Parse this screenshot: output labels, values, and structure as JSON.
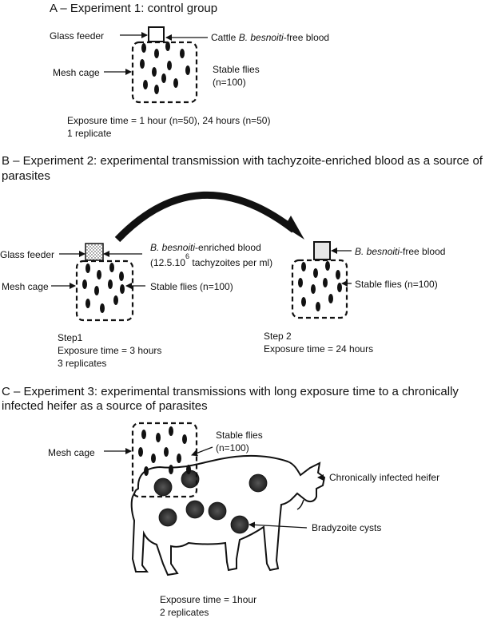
{
  "panel_a": {
    "heading": "A – Experiment 1: control group",
    "glass_feeder": "Glass feeder",
    "blood_prefix": "Cattle ",
    "blood_italic": "B. besnoiti",
    "blood_suffix": "-free blood",
    "mesh_cage": "Mesh cage",
    "stable_flies": "Stable flies",
    "n": "(n=100)",
    "exposure": "Exposure time = 1 hour (n=50), 24 hours (n=50)",
    "replicates": "1 replicate"
  },
  "panel_b": {
    "heading_line1": "B – Experiment 2: experimental transmission with tachyzoite-enriched blood as a source of",
    "heading_line2": "parasites",
    "glass_feeder": "Glass feeder",
    "mesh_cage": "Mesh cage",
    "enriched_italic": "B. besnoiti",
    "enriched_suffix": "-enriched blood",
    "conc_pre": "(12.5.10",
    "conc_exp": "6",
    "conc_post": " tachyzoites per ml)",
    "stable_flies_1": "Stable flies (n=100)",
    "step1": "Step1",
    "step1_exposure": "Exposure time = 3 hours",
    "step1_replicates": "3 replicates",
    "free_italic": "B. besnoiti",
    "free_suffix": "-free blood",
    "stable_flies_2": "Stable flies (n=100)",
    "step2": "Step 2",
    "step2_exposure": "Exposure time = 24 hours"
  },
  "panel_c": {
    "heading_line1": "C – Experiment 3: experimental transmissions with long exposure time to a chronically",
    "heading_line2": "infected heifer as a source of parasites",
    "mesh_cage": "Mesh cage",
    "stable_flies": "Stable flies",
    "n": "(n=100)",
    "heifer": "Chronically infected heifer",
    "cysts": "Bradyzoite cysts",
    "exposure": "Exposure time = 1hour",
    "replicates": "2 replicates"
  }
}
